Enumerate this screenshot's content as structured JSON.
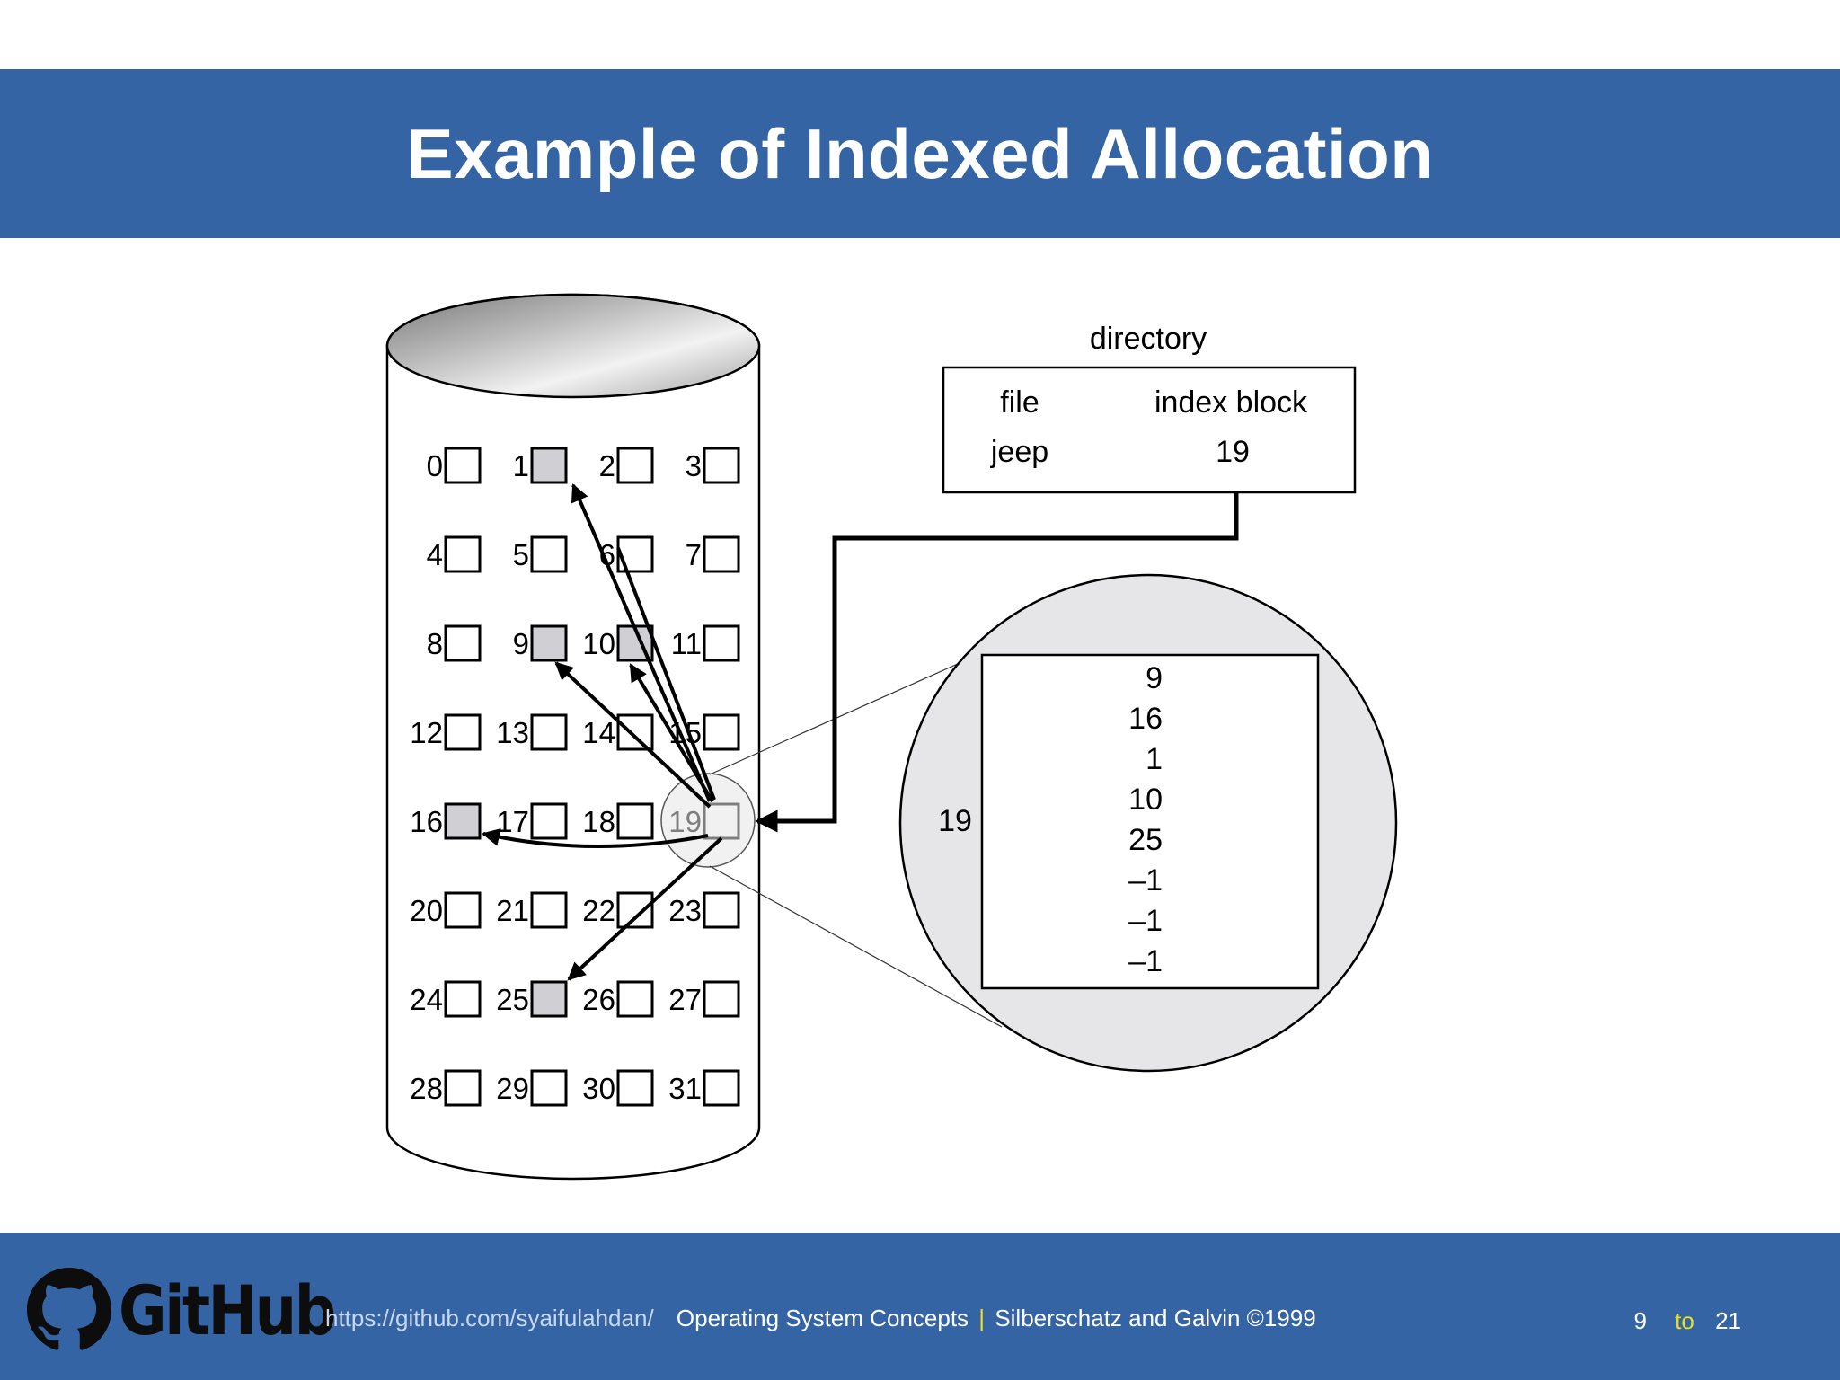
{
  "slide": {
    "title": "Example of Indexed Allocation"
  },
  "disk": {
    "allocated_blocks": [
      1,
      9,
      10,
      16,
      25
    ],
    "index_block": 19,
    "blocks": [
      "0",
      "1",
      "2",
      "3",
      "4",
      "5",
      "6",
      "7",
      "8",
      "9",
      "10",
      "11",
      "12",
      "13",
      "14",
      "15",
      "16",
      "17",
      "18",
      "19",
      "20",
      "21",
      "22",
      "23",
      "24",
      "25",
      "26",
      "27",
      "28",
      "29",
      "30",
      "31"
    ]
  },
  "directory": {
    "label": "directory",
    "header_file": "file",
    "header_index": "index block",
    "row_file": "jeep",
    "row_index": "19"
  },
  "index_detail": {
    "block_label": "19",
    "entries": [
      "9",
      "16",
      "1",
      "10",
      "25",
      "–1",
      "–1",
      "–1"
    ]
  },
  "footer": {
    "logo_text": "GitHub",
    "url": "https://github.com/syaifulahdan/",
    "course": "Operating System Concepts",
    "separator": "|",
    "credit": "Silberschatz and Galvin ©1999",
    "page_current": "9",
    "page_to": "to",
    "page_total": "21"
  },
  "colors": {
    "band": "#3464a4",
    "allocated_fill": "#cfcfd4",
    "lens_fill": "#e6e5e8"
  }
}
